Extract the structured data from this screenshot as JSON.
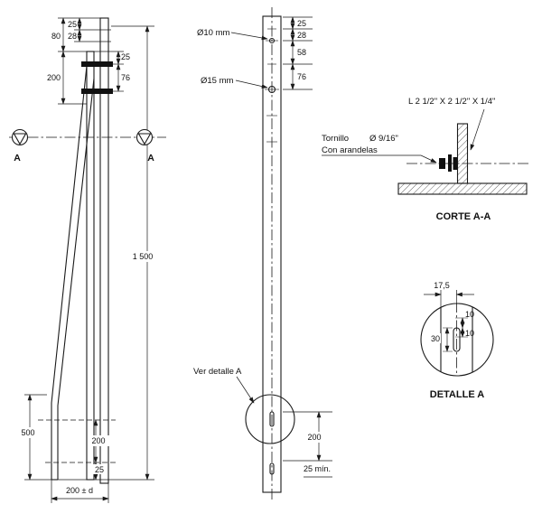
{
  "left_view": {
    "dim_25_top": "25",
    "dim_28_top": "28",
    "dim_80": "80",
    "dim_200_upper": "200",
    "dim_25_bracket": "25",
    "dim_76_bracket": "76",
    "marker_a_left": "A",
    "marker_a_right": "A",
    "dim_1500": "1 500",
    "dim_500": "500",
    "dim_200_lower": "200",
    "dim_25_lower": "25",
    "dim_footer": "200 ± d"
  },
  "front_view": {
    "label_hole_10": "Ø10 mm",
    "label_hole_15": "Ø15 mm",
    "dim_25": "25",
    "dim_28": "28",
    "dim_58": "58",
    "dim_76": "76",
    "callout_detail": "Ver detalle A",
    "dim_200": "200",
    "dim_25_min": "25 mín."
  },
  "section_view": {
    "label_angle": "L 2 1/2\" X 2 1/2\" X 1/4\"",
    "label_bolt": "Tornillo",
    "label_bolt_dia": "Ø 9/16\"",
    "label_washers": "Con arandelas",
    "title": "CORTE A-A"
  },
  "detail_view": {
    "dim_17_5": "17,5",
    "dim_10_upper": "10",
    "dim_10_lower": "10",
    "dim_30": "30",
    "title": "DETALLE A"
  }
}
